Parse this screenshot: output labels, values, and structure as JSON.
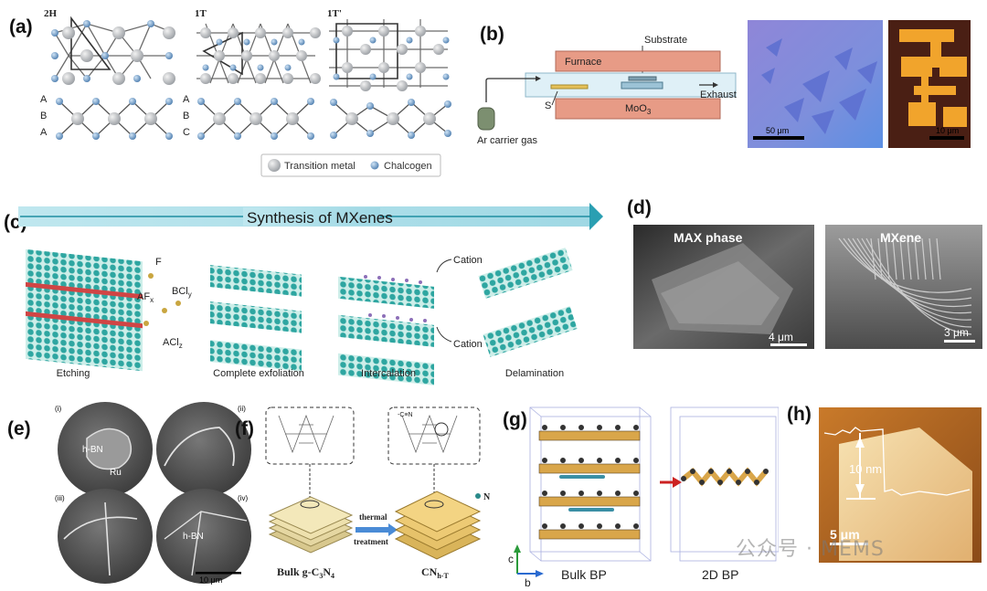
{
  "panels": {
    "a": {
      "label": "(a)",
      "phases": [
        "2H",
        "1T",
        "1T'"
      ],
      "stack_2h": [
        "A",
        "B",
        "A"
      ],
      "stack_1t": [
        "A",
        "B",
        "C"
      ],
      "legend": {
        "metal": "Transition metal",
        "chalcogen": "Chalcogen"
      }
    },
    "b": {
      "label": "(b)",
      "substrate": "Substrate",
      "furnace": "Furnace",
      "exhaust": "Exhaust",
      "s": "S",
      "moo3": "MoO",
      "moo3_sub": "3",
      "carrier": "Ar carrier gas",
      "scale1": "50 μm",
      "scale2": "10 μm"
    },
    "c": {
      "label": "(c)",
      "title": "Synthesis of MXenes",
      "steps": [
        "Etching",
        "Complete exfoliation",
        "Intercalation",
        "Delamination"
      ],
      "cation1": "Cation",
      "cation2": "Cation",
      "f": "F",
      "af": "AF",
      "af_sub": "x",
      "bcl": "BCl",
      "bcl_sub": "y",
      "acl": "ACl",
      "acl_sub": "z"
    },
    "d": {
      "label": "(d)",
      "left_title": "MAX phase",
      "right_title": "MXene",
      "scale_left": "4 μm",
      "scale_right": "3 μm"
    },
    "e": {
      "label": "(e)",
      "sub": [
        "(i)",
        "(ii)",
        "(iii)",
        "(iv)"
      ],
      "hbn1": "h-BN",
      "ru": "Ru",
      "hbn2": "h-BN",
      "scale": "10 μm"
    },
    "f": {
      "label": "(f)",
      "cn_label": "-C≡N",
      "n": "N",
      "arrow_top": "thermal",
      "arrow_bottom": "treatment",
      "bulk": "Bulk g-C",
      "bulk_sub1": "3",
      "bulk_mid": "N",
      "bulk_sub2": "4",
      "cnht": "CN",
      "cnht_sub": "h-T"
    },
    "g": {
      "label": "(g)",
      "axis_c": "c",
      "axis_b": "b",
      "bulk_bp": "Bulk BP",
      "bp2d": "2D BP"
    },
    "h": {
      "label": "(h)",
      "height": "10 nm",
      "scale": "5 μm"
    },
    "watermark": "公众号 · MEMS"
  }
}
